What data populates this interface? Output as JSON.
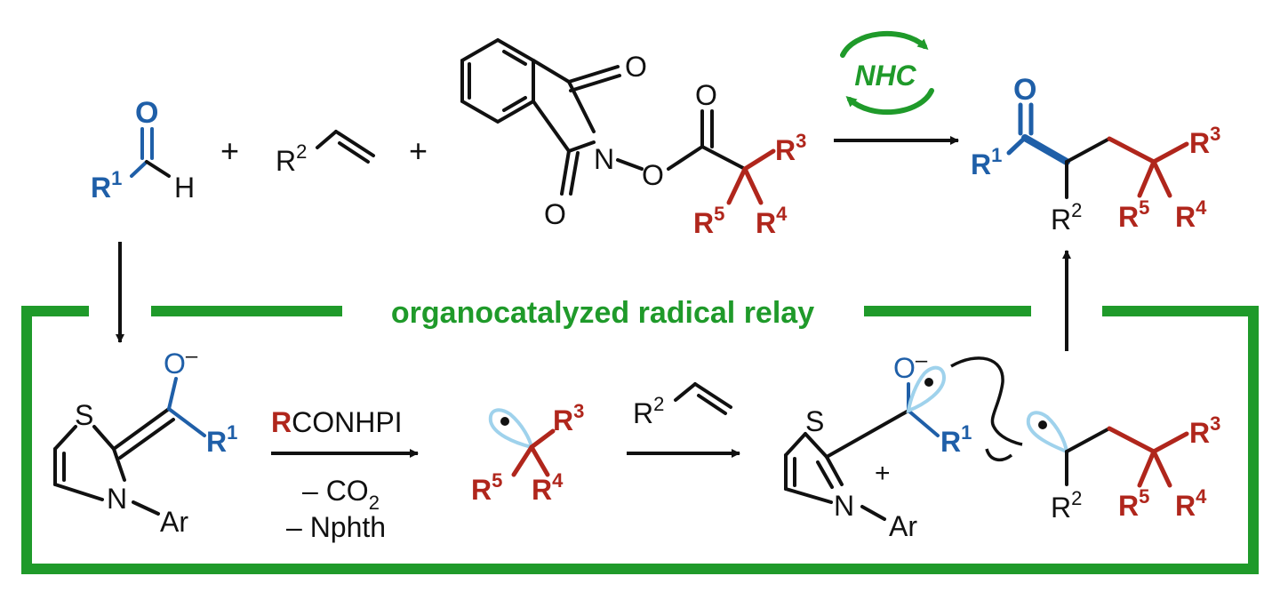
{
  "colors": {
    "blue": "#1f5fa8",
    "red": "#b0261c",
    "green": "#1f9a2a",
    "black": "#111111",
    "orbital": "#9fd2ec"
  },
  "catalyst_label": "NHC",
  "banner": "organocatalyzed radical relay",
  "reagent": {
    "prefix": "R",
    "suffix": "CONHPI"
  },
  "byproducts": [
    "– CO",
    "2",
    "– Nphth"
  ],
  "aldehyde": {
    "O": "O",
    "R": "R",
    "R_sup": "1",
    "H": "H"
  },
  "alkene_top": {
    "R": "R",
    "sup": "2"
  },
  "plus": "+",
  "nhpi": {
    "O1": "O",
    "O2": "O",
    "O3": "O",
    "O4": "O",
    "N": "N",
    "R3": "R",
    "R3s": "3",
    "R4": "R",
    "R4s": "4",
    "R5": "R",
    "R5s": "5"
  },
  "product": {
    "O": "O",
    "R1": "R",
    "R1s": "1",
    "R2": "R",
    "R2s": "2",
    "R3": "R",
    "R3s": "3",
    "R4": "R",
    "R4s": "4",
    "R5": "R",
    "R5s": "5"
  },
  "breslow": {
    "S": "S",
    "N": "N",
    "Ar": "Ar",
    "O": "O",
    "minus": "–",
    "R1": "R",
    "R1s": "1"
  },
  "radical": {
    "R3": "R",
    "R3s": "3",
    "R4": "R",
    "R4s": "4",
    "R5": "R",
    "R5s": "5"
  },
  "alkene_mid": {
    "R": "R",
    "sup": "2"
  },
  "ketyl": {
    "S": "S",
    "N": "N",
    "Ar": "Ar",
    "O": "O",
    "minus": "–",
    "R1": "R",
    "R1s": "1",
    "plus": "+"
  },
  "adduct": {
    "R2": "R",
    "R2s": "2",
    "R3": "R",
    "R3s": "3",
    "R4": "R",
    "R4s": "4",
    "R5": "R",
    "R5s": "5"
  }
}
